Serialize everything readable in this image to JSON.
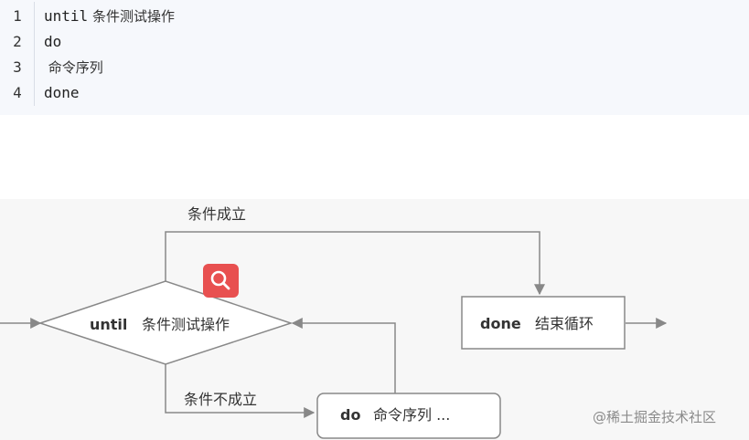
{
  "code": {
    "lines": [
      {
        "num": "1",
        "keyword": "until",
        "rest": " 条件测试操作"
      },
      {
        "num": "2",
        "keyword": "do",
        "rest": ""
      },
      {
        "num": "3",
        "keyword": "",
        "rest": " 命令序列"
      },
      {
        "num": "4",
        "keyword": "done",
        "rest": ""
      }
    ]
  },
  "diagram": {
    "condition_true_label": "条件成立",
    "condition_false_label": "条件不成立",
    "decision_keyword": "until",
    "decision_text": "条件测试操作",
    "done_keyword": "done",
    "done_text": "结束循环",
    "do_keyword": "do",
    "do_text": "命令序列 ...",
    "line_color": "#888888",
    "badge_color": "#e85050"
  },
  "watermark": "@稀土掘金技术社区",
  "icons": {
    "badge": "search-icon"
  }
}
